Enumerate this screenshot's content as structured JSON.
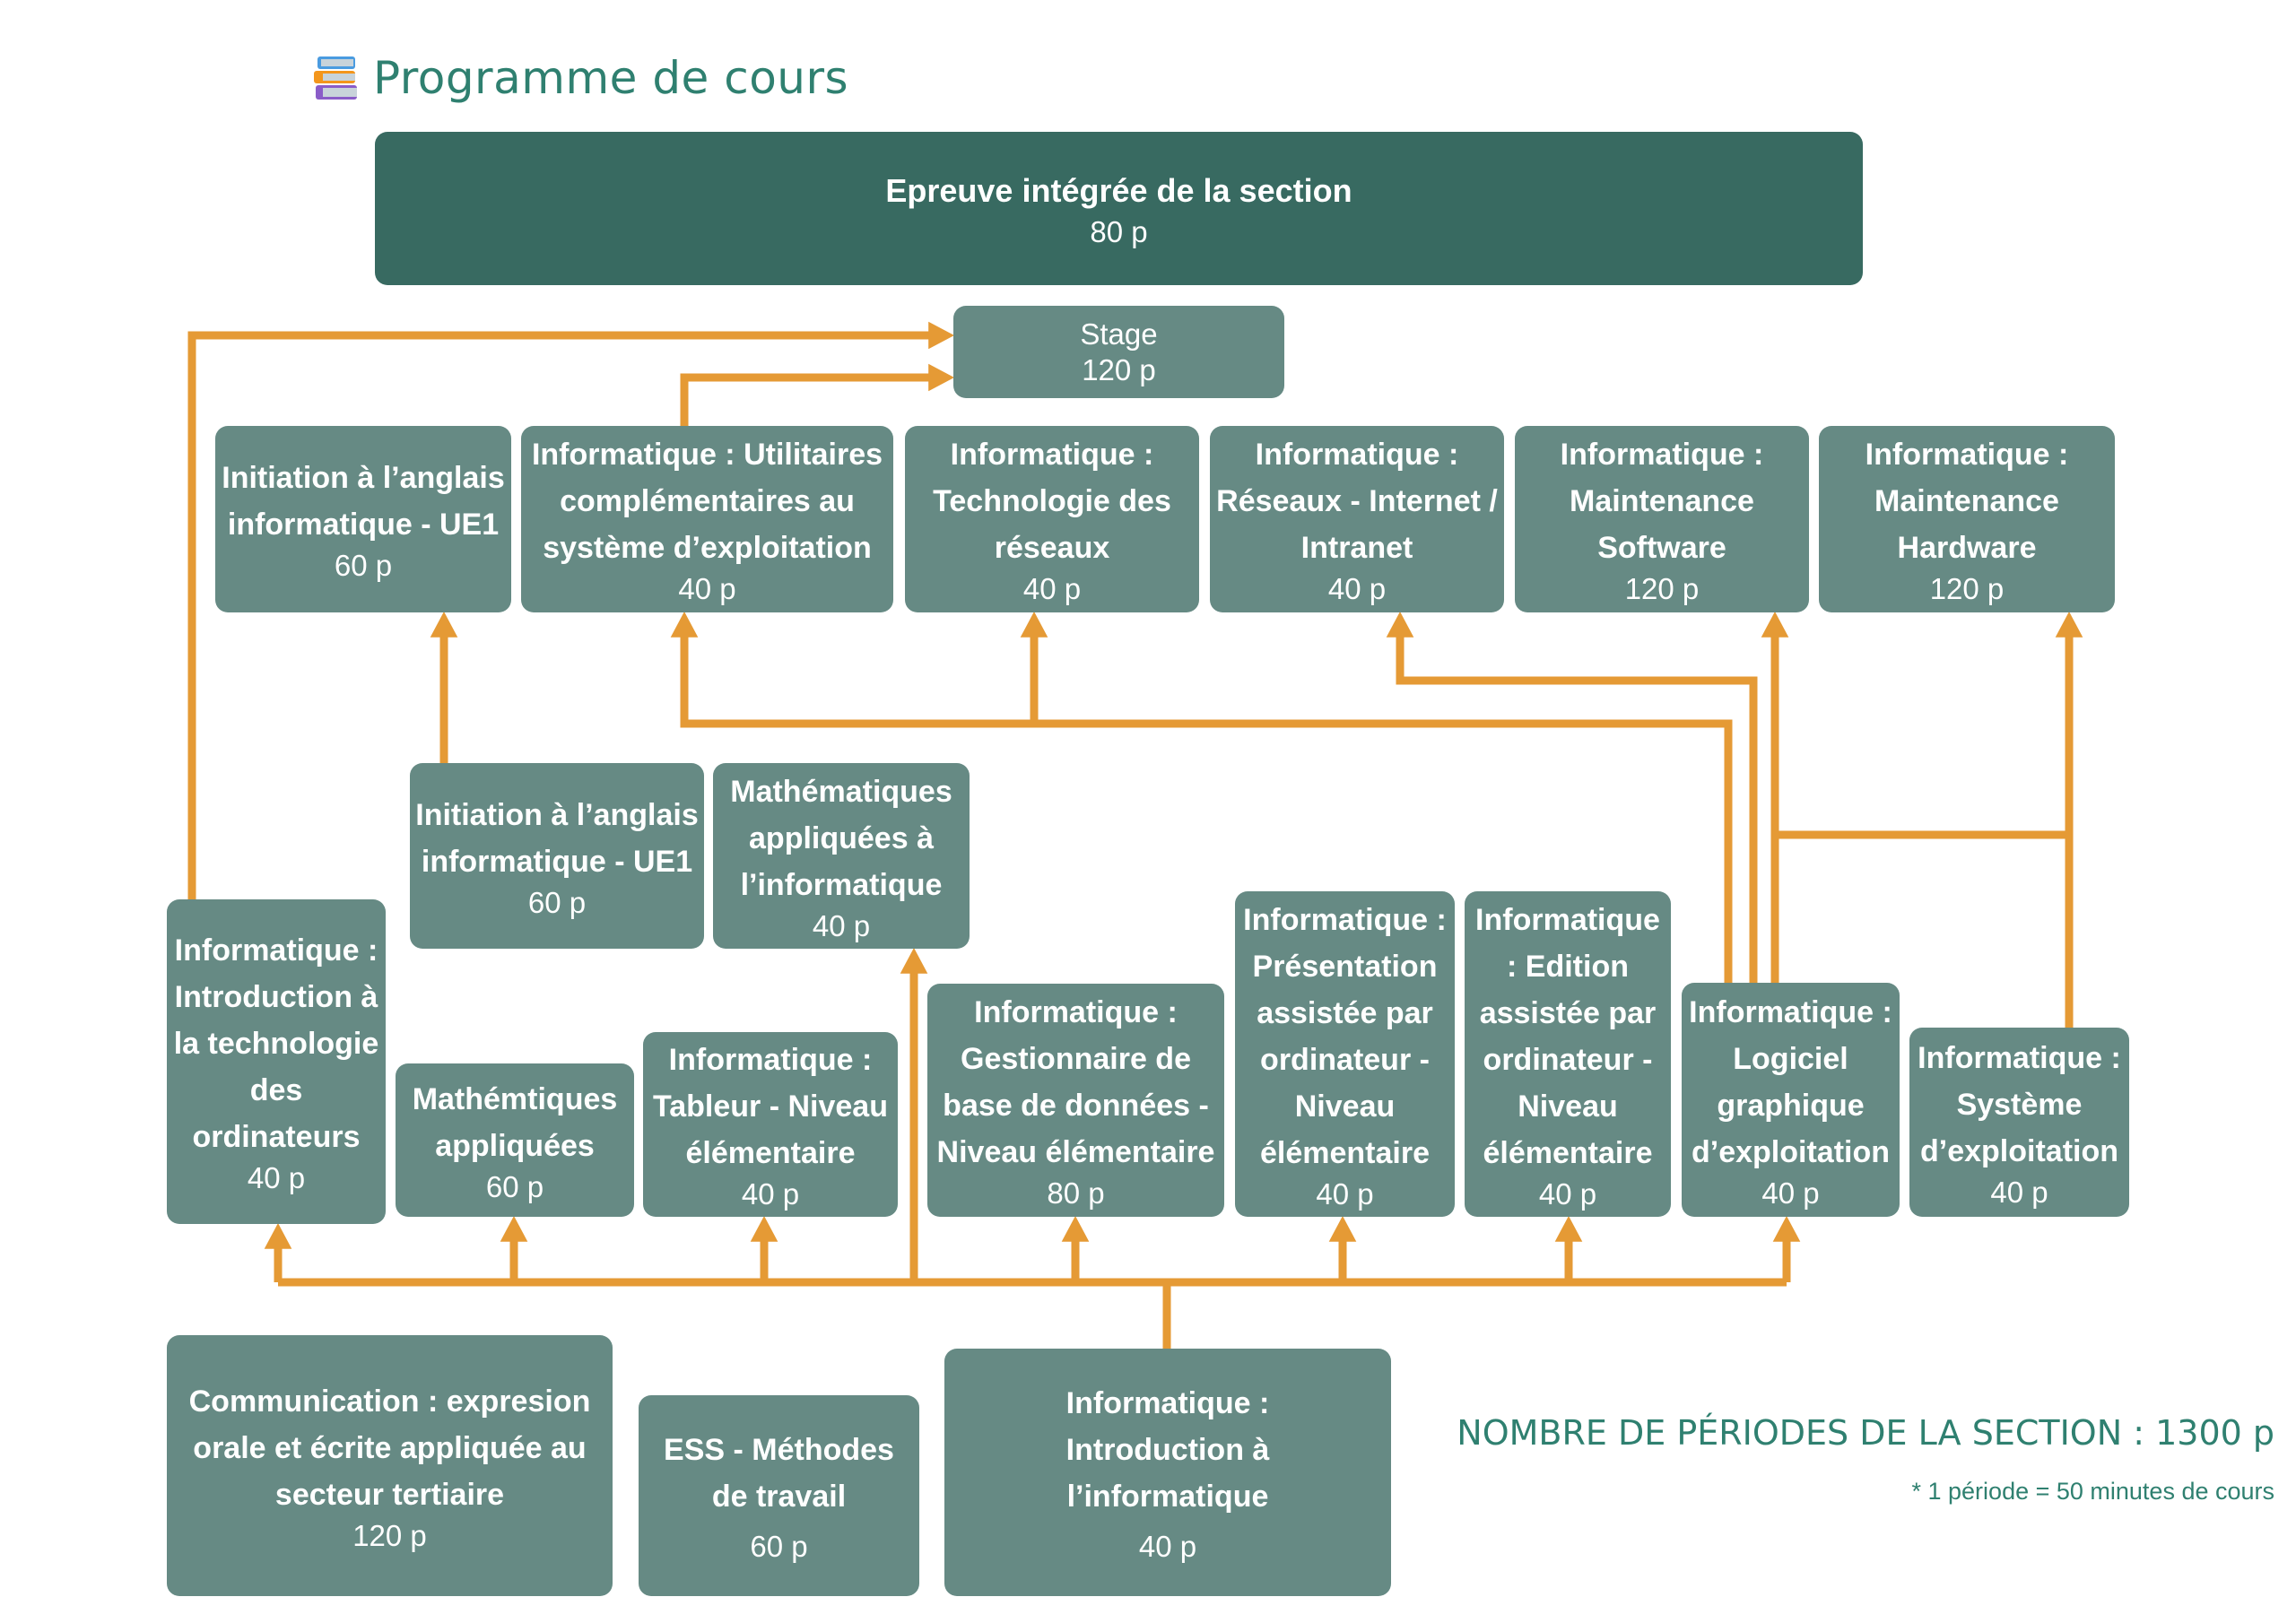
{
  "title": {
    "text": "Programme de cours",
    "icon": "books-icon"
  },
  "colors": {
    "box": "#668a84",
    "box_dark": "#386a61",
    "connector": "#e59a35",
    "accent_text": "#2f8070"
  },
  "final": {
    "name": "Epreuve intégrée de la section",
    "periods": "80 p"
  },
  "stage": {
    "name": "Stage",
    "periods": "120 p"
  },
  "row1": [
    {
      "name": "Initiation à l’anglais informatique - UE1",
      "periods": "60 p"
    },
    {
      "name": "Informatique : Utilitaires complémentaires au système d’exploitation",
      "periods": "40 p"
    },
    {
      "name": "Informatique : Technologie des réseaux",
      "periods": "40 p"
    },
    {
      "name": "Informatique : Réseaux - Internet / Intranet",
      "periods": "40 p"
    },
    {
      "name": "Informatique : Maintenance Software",
      "periods": "120 p"
    },
    {
      "name": "Informatique : Maintenance Hardware",
      "periods": "120 p"
    }
  ],
  "row2": [
    {
      "name": "Initiation à l’anglais informatique - UE1",
      "periods": "60 p"
    },
    {
      "name": "Mathématiques appliquées à l’informatique",
      "periods": "40 p"
    }
  ],
  "row3": [
    {
      "name": "Informatique : Introduction à la technologie des ordinateurs",
      "periods": "40 p"
    },
    {
      "name": "Mathémtiques appliquées",
      "periods": "60 p"
    },
    {
      "name": "Informatique : Tableur - Niveau élémentaire",
      "periods": "40 p"
    },
    {
      "name": "Informatique : Gestionnaire de base de données - Niveau élémentaire",
      "periods": "80 p"
    },
    {
      "name": "Informatique : Présentation assistée par ordinateur - Niveau élémentaire",
      "periods": "40 p"
    },
    {
      "name": "Informatique : Edition assistée par ordinateur - Niveau élémentaire",
      "periods": "40 p"
    },
    {
      "name": "Informatique : Logiciel graphique d’exploitation",
      "periods": "40 p"
    },
    {
      "name": "Informatique : Système d’exploitation",
      "periods": "40 p"
    }
  ],
  "row4": [
    {
      "name": "Communication : expresion orale et écrite appliquée au secteur tertiaire",
      "periods": "120 p"
    },
    {
      "name": "ESS - Méthodes de travail",
      "periods": "60 p"
    },
    {
      "name": "Informatique : Introduction à l’informatique",
      "periods": "40 p"
    }
  ],
  "summary": {
    "total": "NOMBRE DE PÉRIODES DE LA SECTION : 1300 p",
    "note": "* 1 période = 50 minutes de cours"
  }
}
